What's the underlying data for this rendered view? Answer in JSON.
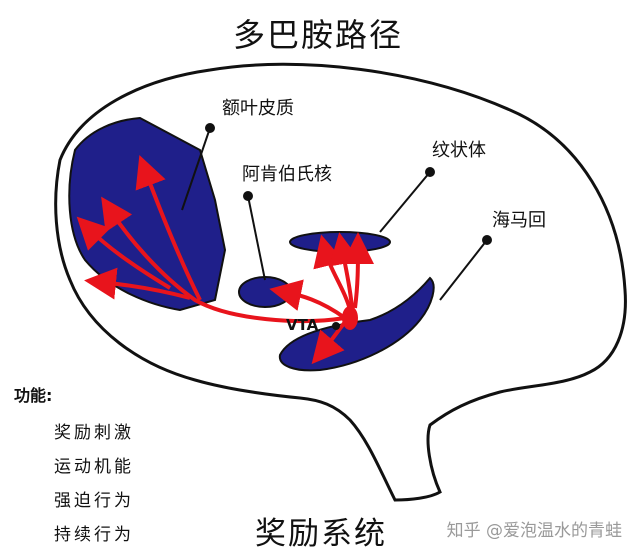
{
  "title": "多巴胺路径",
  "subtitle": "奖励系统",
  "watermark": "知乎 @爱泡温水的青蛙",
  "labels": {
    "prefrontal": "额叶皮质",
    "nucleus_accumbens": "阿肯伯氏核",
    "striatum": "纹状体",
    "hippocampus": "海马回",
    "vta": "VTA"
  },
  "functions": {
    "title": "功能:",
    "items": [
      "奖励刺激",
      "运动机能",
      "强迫行为",
      "持续行为"
    ]
  },
  "colors": {
    "region_fill": "#1f1f8a",
    "pathway": "#e8141c",
    "outline": "#111111"
  }
}
